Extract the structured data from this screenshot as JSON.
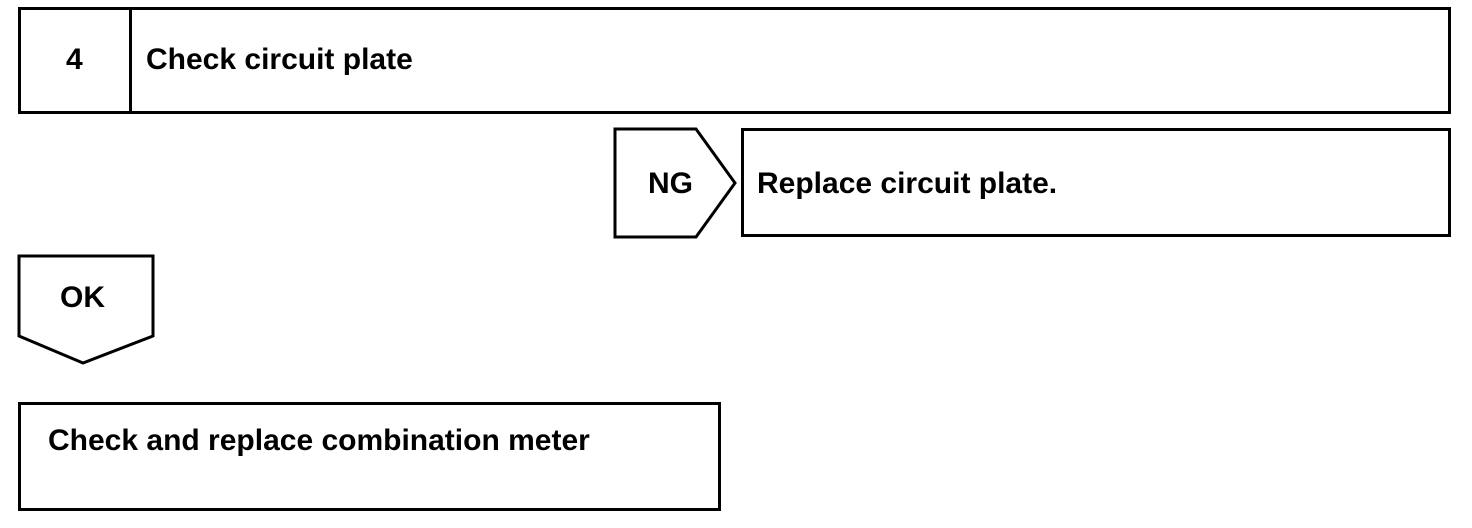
{
  "step": {
    "number": "4",
    "title": "Check circuit plate"
  },
  "ng_branch": {
    "label": "NG",
    "action": "Replace circuit plate."
  },
  "ok_branch": {
    "label": "OK",
    "action": "Check and replace combination meter"
  }
}
